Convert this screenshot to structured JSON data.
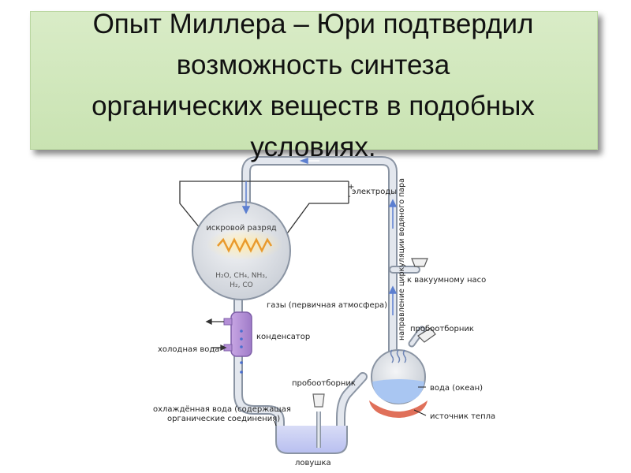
{
  "title": {
    "lines": [
      "Опыт Миллера – Юри подтвердил",
      "возможность синтеза",
      "органических веществ в подобных",
      "условиях."
    ]
  },
  "diagram": {
    "electrodes": "электроды",
    "plus": "+",
    "minus": "-",
    "spark": "искровой разряд",
    "formula_1": "H₂O, CH₄, NH₃,",
    "formula_2": "H₂, CO",
    "vapor_direction": "направление циркуляции водяного пара",
    "vacuum": "к вакуумному насо",
    "gases": "газы (первичная атмосфера)",
    "condenser": "конденсатор",
    "cold_water": "холодная вода",
    "sampler_right": "пробоотборник",
    "sampler_left": "пробоотборник",
    "ocean": "вода (океан)",
    "heat": "источник тепла",
    "cooled_water_1": "охлаждённая вода (содержащая",
    "cooled_water_2": "органические соединения)",
    "trap": "ловушка"
  },
  "colors": {
    "title_bg": "#d1e8bd",
    "tube_fill": "#dfe3ea",
    "tube_stroke": "#8a94a3",
    "flow_arrow": "#5c7fd0",
    "condenser": "#b48fd6",
    "water": "#a9c6f2",
    "heat_source": "#e0705a"
  }
}
